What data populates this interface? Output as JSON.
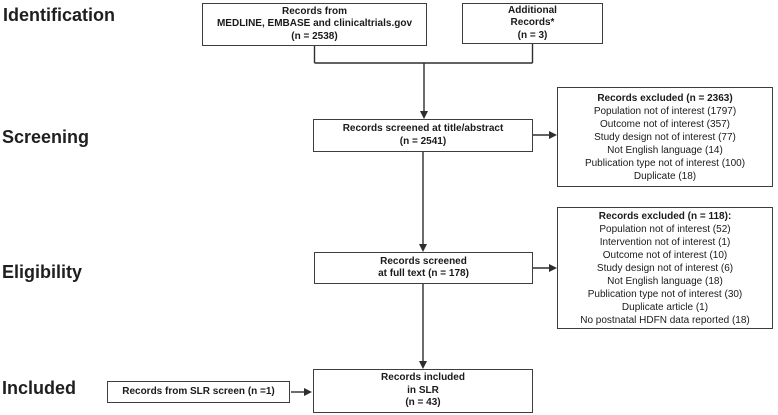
{
  "diagram": {
    "stages": [
      "Identification",
      "Screening",
      "Eligibility",
      "Included"
    ],
    "boxes": {
      "records_source": {
        "lines": [
          "Records from",
          "MEDLINE, EMBASE and clinicaltrials.gov",
          "(n = 2538)"
        ]
      },
      "additional_records": {
        "lines": [
          "Additional",
          "Records*",
          "(n = 3)"
        ]
      },
      "screened_title_abstract": {
        "lines": [
          "Records screened at title/abstract",
          "(n = 2541)"
        ]
      },
      "excluded_screening": {
        "header": "Records excluded (n = 2363)",
        "items": [
          "Population not of interest (1797)",
          "Outcome not of interest (357)",
          "Study design not of interest (77)",
          "Not English language (14)",
          "Publication type not of interest (100)",
          "Duplicate (18)"
        ]
      },
      "screened_full_text": {
        "lines": [
          "Records screened",
          "at full text (n = 178)"
        ]
      },
      "excluded_full_text": {
        "header": "Records excluded (n = 118):",
        "items": [
          "Population not of interest (52)",
          "Intervention not of interest (1)",
          "Outcome not of interest (10)",
          "Study design not of interest (6)",
          "Not English language (18)",
          "Publication type not of interest (30)",
          "Duplicate article (1)",
          "No postnatal HDFN data reported (18)"
        ]
      },
      "slr_screen": {
        "lines": [
          "Records from SLR screen (n =1)"
        ]
      },
      "included_slr": {
        "lines": [
          "Records included",
          "in SLR",
          "(n = 43)"
        ]
      }
    },
    "colors": {
      "line": "#2e2e2e",
      "border": "#3d3d3d",
      "text": "#1a1a1a",
      "background": "#ffffff"
    }
  }
}
